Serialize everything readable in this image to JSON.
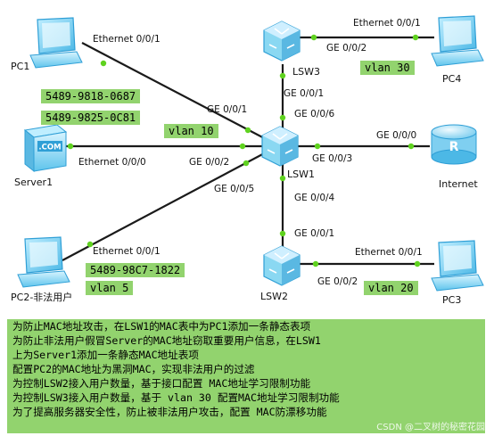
{
  "devices": {
    "pc1": "PC1",
    "pc2": "PC2-非法用户",
    "pc3": "PC3",
    "pc4": "PC4",
    "server1": "Server1",
    "server_screen": ".COM",
    "lsw1": "LSW1",
    "lsw2": "LSW2",
    "lsw3": "LSW3",
    "internet": "Internet",
    "router_letter": "R"
  },
  "ports": {
    "pc1_eth": "Ethernet 0/0/1",
    "lsw1_g1": "GE 0/0/1",
    "server_eth": "Ethernet 0/0/0",
    "lsw1_g2": "GE 0/0/2",
    "lsw1_g5": "GE 0/0/5",
    "pc2_eth": "Ethernet 0/0/1",
    "lsw3_g1": "GE 0/0/1",
    "lsw1_g6": "GE 0/0/6",
    "lsw3_g2": "GE 0/0/2",
    "pc4_eth": "Ethernet 0/0/1",
    "lsw1_g0": "GE 0/0/0",
    "lsw1_g3": "GE 0/0/3",
    "lsw1_g4": "GE 0/0/4",
    "lsw2_g1": "GE 0/0/1",
    "lsw2_g2": "GE 0/0/2",
    "pc3_eth": "Ethernet 0/0/1"
  },
  "tags": {
    "mac1": "5489-9818-0687",
    "mac2": "5489-9825-0C81",
    "vlan10": "vlan 10",
    "vlan30": "vlan 30",
    "pc2_mac": "5489-98C7-1822",
    "vlan5": "vlan 5",
    "vlan20": "vlan 20"
  },
  "notes": [
    " 为防止MAC地址攻击，在LSW1的MAC表中为PC1添加一条静态表项",
    " 为防止非法用户假冒Server的MAC地址窃取重要用户信息，在LSW1",
    "上为Server1添加一条静态MAC地址表项",
    " 配置PC2的MAC地址为黑洞MAC，实现非法用户的过滤",
    " 为控制LSW2接入用户数量，基于接口配置 MAC地址学习限制功能",
    " 为控制LSW3接入用户数量，基于 vlan 30 配置MAC地址学习限制功能",
    " 为了提高服务器安全性，防止被非法用户攻击，配置 MAC防漂移功能"
  ],
  "watermark": "CSDN @二叉树的秘密花园",
  "colors": {
    "link": "#1a1a1a",
    "port_dot": "#5fd21f",
    "tag_bg": "#92d36e",
    "device_blue": "#8ad8f2",
    "device_dark": "#2f9fd6"
  }
}
